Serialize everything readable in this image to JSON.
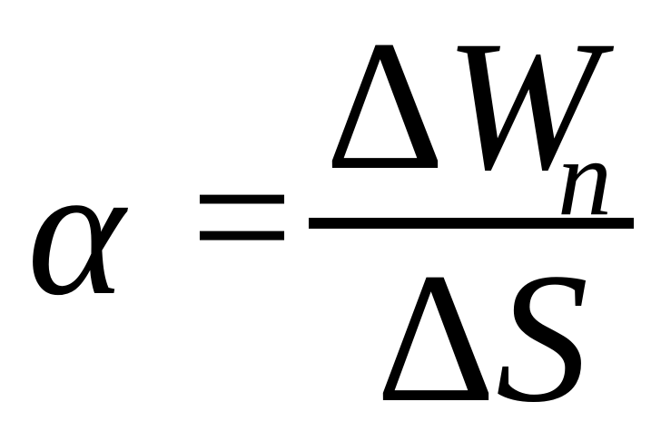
{
  "formula": {
    "lhs": "α",
    "operator": "=",
    "numerator": {
      "delta": "Δ",
      "variable": "W",
      "subscript": "n"
    },
    "denominator": {
      "delta": "Δ",
      "variable": "S"
    }
  }
}
